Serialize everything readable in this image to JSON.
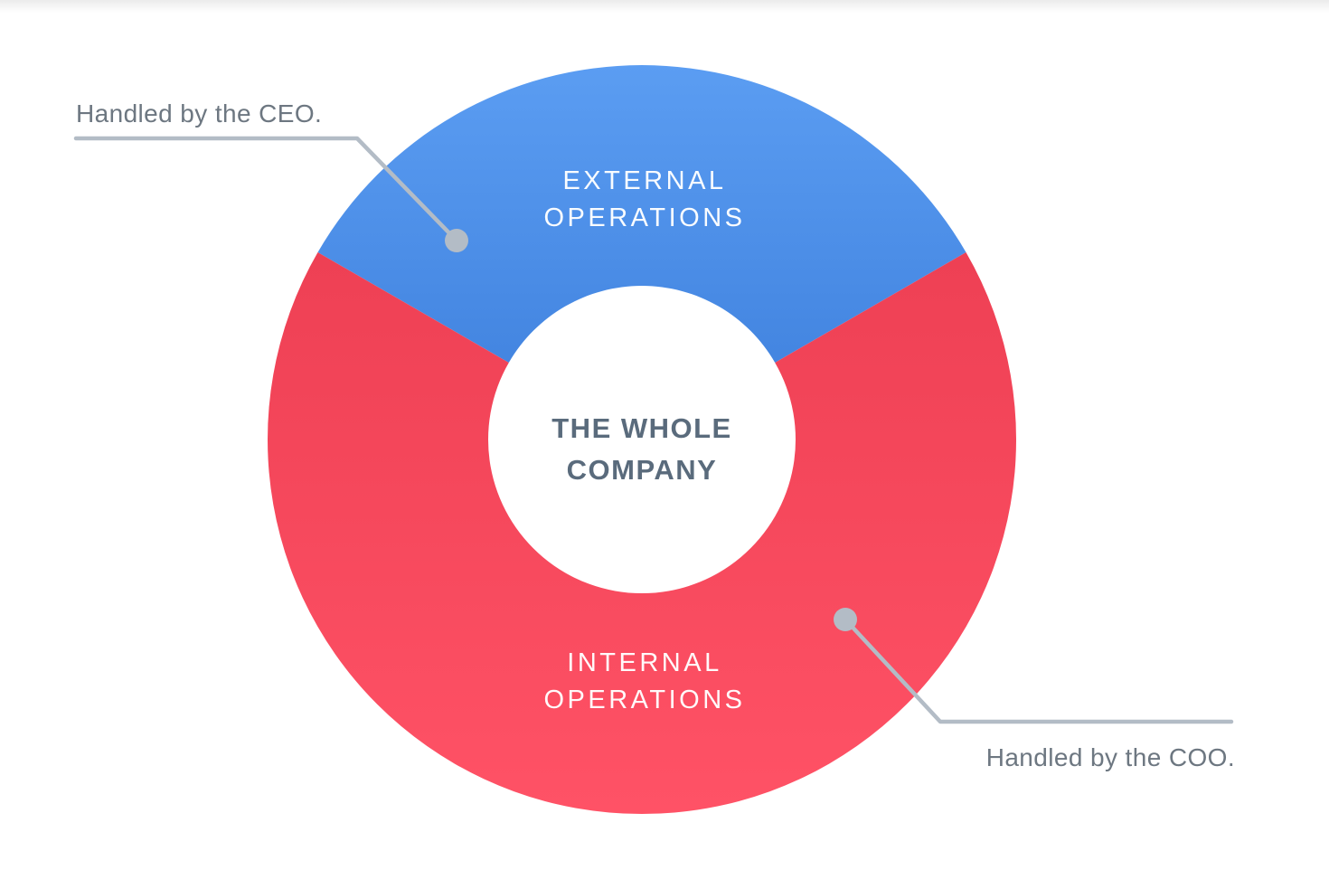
{
  "palette": {
    "blue_light": "#5b9df2",
    "blue_dark": "#4183df",
    "red_dark": "#ee4054",
    "red_light": "#ff5266",
    "line_gray": "#b3bcc6",
    "callout_text_gray": "#6d7781",
    "center_text_slate": "#5a6b7c",
    "label_white": "#ffffff"
  },
  "diagram": {
    "center_label_lines": [
      "THE WHOLE",
      "COMPANY"
    ],
    "segments": [
      {
        "id": "external-operations",
        "label_lines": [
          "EXTERNAL",
          "OPERATIONS"
        ],
        "role_callout": "Handled by the CEO.",
        "color_top": "#5b9df2",
        "color_bottom": "#4183df",
        "fraction": 0.333
      },
      {
        "id": "internal-operations",
        "label_lines": [
          "INTERNAL",
          "OPERATIONS"
        ],
        "role_callout": "Handled by the COO.",
        "color_top": "#ee4054",
        "color_bottom": "#ff5266",
        "fraction": 0.667
      }
    ]
  },
  "chart_data": {
    "type": "pie",
    "variant": "donut",
    "title": "",
    "center_label": "THE WHOLE COMPANY",
    "categories": [
      "EXTERNAL OPERATIONS",
      "INTERNAL OPERATIONS"
    ],
    "values": [
      33.3,
      66.7
    ],
    "annotations": [
      "Handled by the CEO.",
      "Handled by the COO."
    ],
    "colors": [
      "#4d93ea",
      "#f94b5f"
    ],
    "legend": "none"
  }
}
